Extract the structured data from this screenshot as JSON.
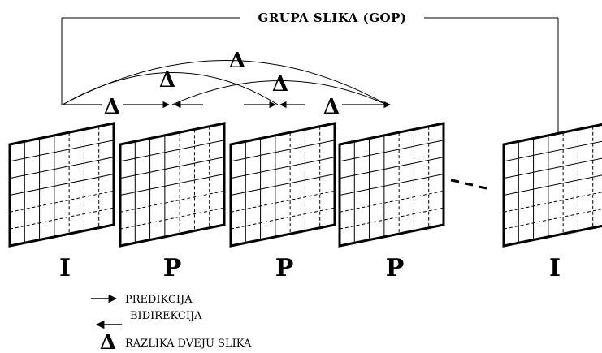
{
  "title": "GRUPA SLIKA (GOP)",
  "frames": [
    {
      "label": "I"
    },
    {
      "label": "P"
    },
    {
      "label": "P"
    },
    {
      "label": "P"
    },
    {
      "label": "I"
    }
  ],
  "delta_symbol": "Δ",
  "ellipsis_separator": "- - -",
  "legend": {
    "prediction": "PREDIKCIJA",
    "bidirection": "BIDIREKCIJA",
    "difference": "RAZLIKA DVEJU SLIKA"
  }
}
